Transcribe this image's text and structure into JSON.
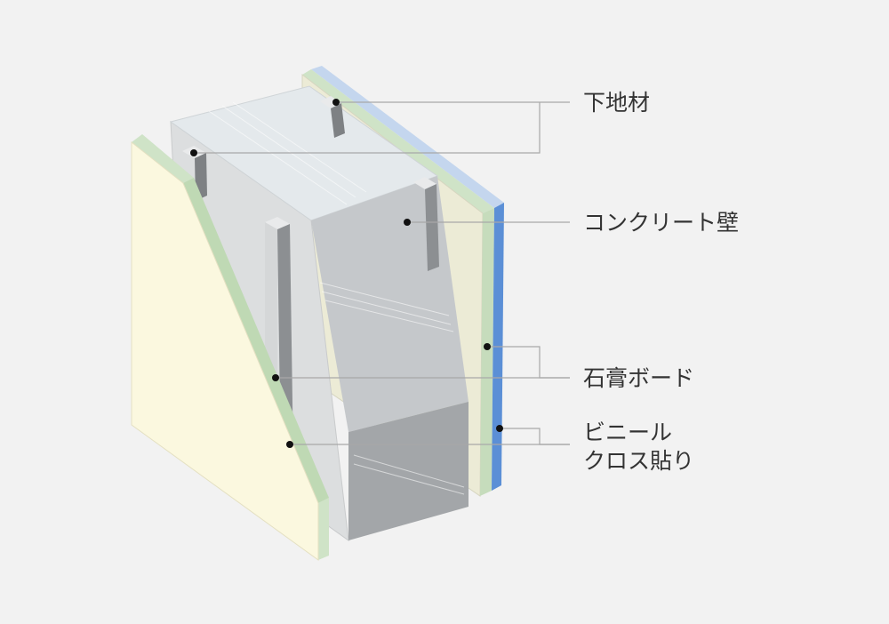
{
  "labels": {
    "furring": "下地材",
    "concrete": "コンクリート壁",
    "gypsum": "石膏ボード",
    "cloth_line1": "ビニール",
    "cloth_line2": "クロス貼り"
  },
  "colors": {
    "background": "#f2f2f2",
    "cream_board": "#fbf8df",
    "green_edge": "#cfe3c7",
    "blue_cloth": "#5b8fd6",
    "concrete_light": "#e3e7ea",
    "concrete_mid": "#c6c9cc",
    "concrete_dark": "#a4a7aa",
    "leader_line": "#a8a8a8"
  }
}
